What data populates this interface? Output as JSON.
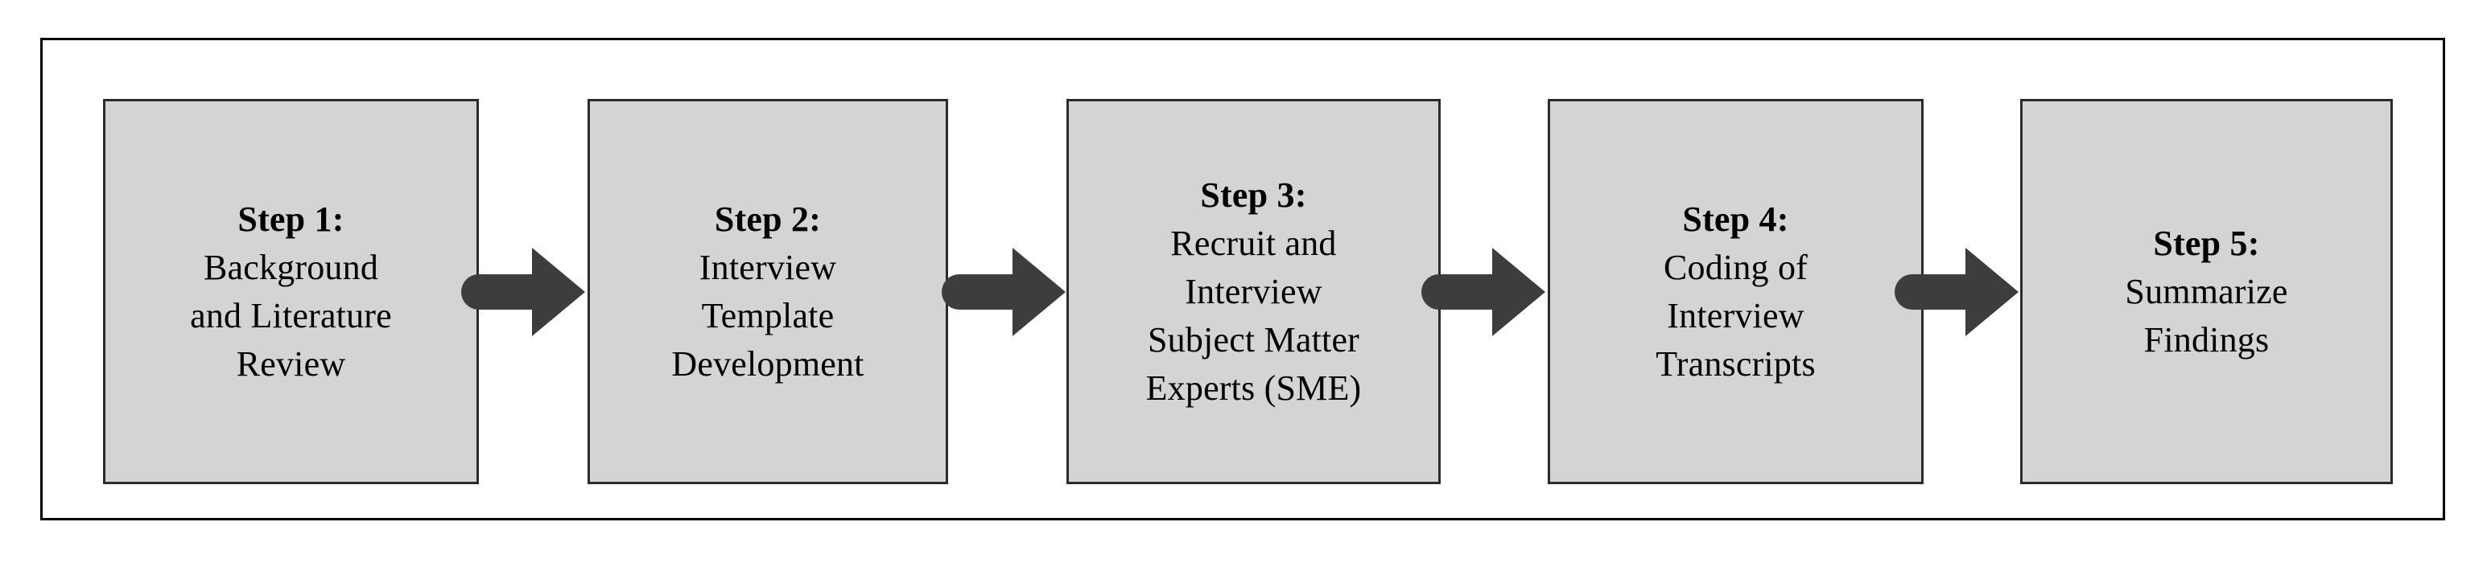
{
  "diagram": {
    "type": "process-flow",
    "orientation": "horizontal",
    "frame": {
      "border_color": "#000000",
      "background": "#ffffff"
    },
    "box_style": {
      "fill": "#d4d4d4",
      "border_color": "#2b2b2b",
      "text_color": "#000000"
    },
    "arrow_style": {
      "color": "#3d3d3d",
      "shape": "block-arrow-rounded-tail",
      "direction": "right"
    },
    "steps": [
      {
        "id": "step-1",
        "title": "Step 1:",
        "lines": [
          "Background",
          "and Literature",
          "Review"
        ]
      },
      {
        "id": "step-2",
        "title": "Step 2:",
        "lines": [
          "Interview",
          "Template",
          "Development"
        ]
      },
      {
        "id": "step-3",
        "title": "Step 3:",
        "lines": [
          "Recruit and",
          "Interview",
          "Subject Matter",
          "Experts (SME)"
        ]
      },
      {
        "id": "step-4",
        "title": "Step 4:",
        "lines": [
          "Coding of",
          "Interview",
          "Transcripts"
        ]
      },
      {
        "id": "step-5",
        "title": "Step 5:",
        "lines": [
          "Summarize",
          "Findings"
        ]
      }
    ],
    "connectors": [
      {
        "id": "connector-1",
        "from": "step-1",
        "to": "step-2",
        "icon": "arrow-right-icon"
      },
      {
        "id": "connector-2",
        "from": "step-2",
        "to": "step-3",
        "icon": "arrow-right-icon"
      },
      {
        "id": "connector-3",
        "from": "step-3",
        "to": "step-4",
        "icon": "arrow-right-icon"
      },
      {
        "id": "connector-4",
        "from": "step-4",
        "to": "step-5",
        "icon": "arrow-right-icon"
      }
    ]
  }
}
